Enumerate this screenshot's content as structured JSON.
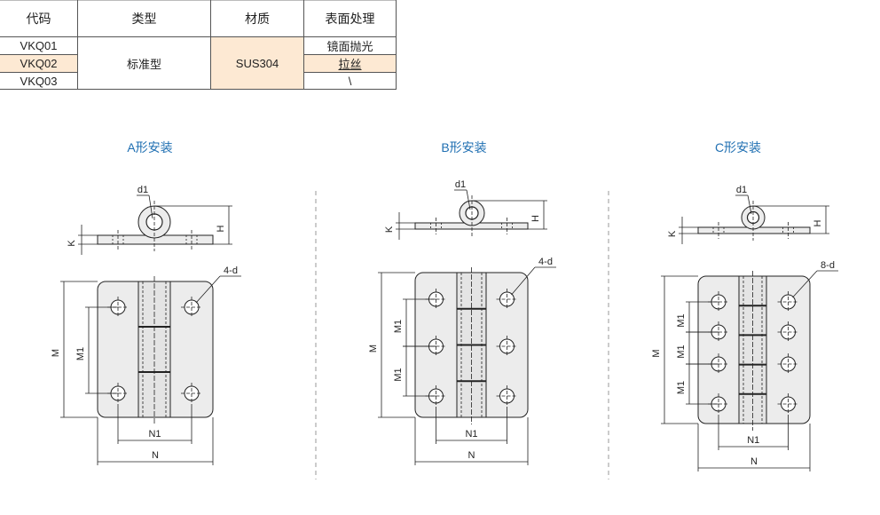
{
  "table": {
    "headers": [
      "代码",
      "类型",
      "材质",
      "表面处理"
    ],
    "rows": [
      {
        "code": "VKQ01",
        "finish": "镜面抛光"
      },
      {
        "code": "VKQ02",
        "finish": "拉丝"
      },
      {
        "code": "VKQ03",
        "finish": "\\"
      }
    ],
    "type": "标准型",
    "material": "SUS304",
    "highlight_color": "#fde9d3"
  },
  "diagrams": [
    {
      "title": "A形安装",
      "hole_label": "4-d",
      "labels": {
        "d1": "d1",
        "H": "H",
        "K": "K",
        "M": "M",
        "M1": "M1",
        "N": "N",
        "N1": "N1"
      }
    },
    {
      "title": "B形安装",
      "hole_label": "4-d",
      "labels": {
        "d1": "d1",
        "H": "H",
        "K": "K",
        "M": "M",
        "M1": "M1",
        "N": "N",
        "N1": "N1"
      }
    },
    {
      "title": "C形安装",
      "hole_label": "8-d",
      "labels": {
        "d1": "d1",
        "H": "H",
        "K": "K",
        "M": "M",
        "M1": "M1",
        "N": "N",
        "N1": "N1"
      }
    }
  ]
}
